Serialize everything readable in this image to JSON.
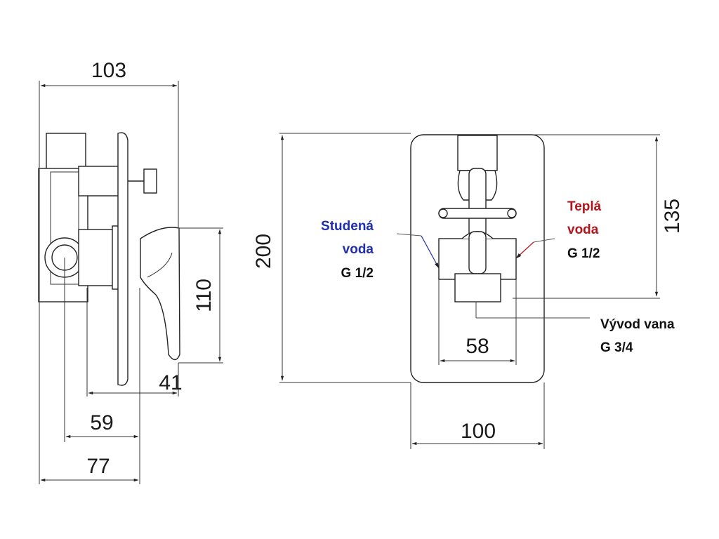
{
  "dimensions": {
    "d103": "103",
    "d110": "110",
    "d41": "41",
    "d59": "59",
    "d77": "77",
    "d200": "200",
    "d135": "135",
    "d58": "58",
    "d100": "100"
  },
  "labels": {
    "cold_line1": "Studená",
    "cold_line2": "voda",
    "cold_thread": "G 1/2",
    "hot_line1": "Teplá",
    "hot_line2": "voda",
    "hot_thread": "G 1/2",
    "outlet_line1": "Vývod vana",
    "outlet_thread": "G 3/4"
  },
  "colors": {
    "cold": "#1f2fb0",
    "hot": "#b3141c",
    "ink": "#1a1a1a"
  }
}
